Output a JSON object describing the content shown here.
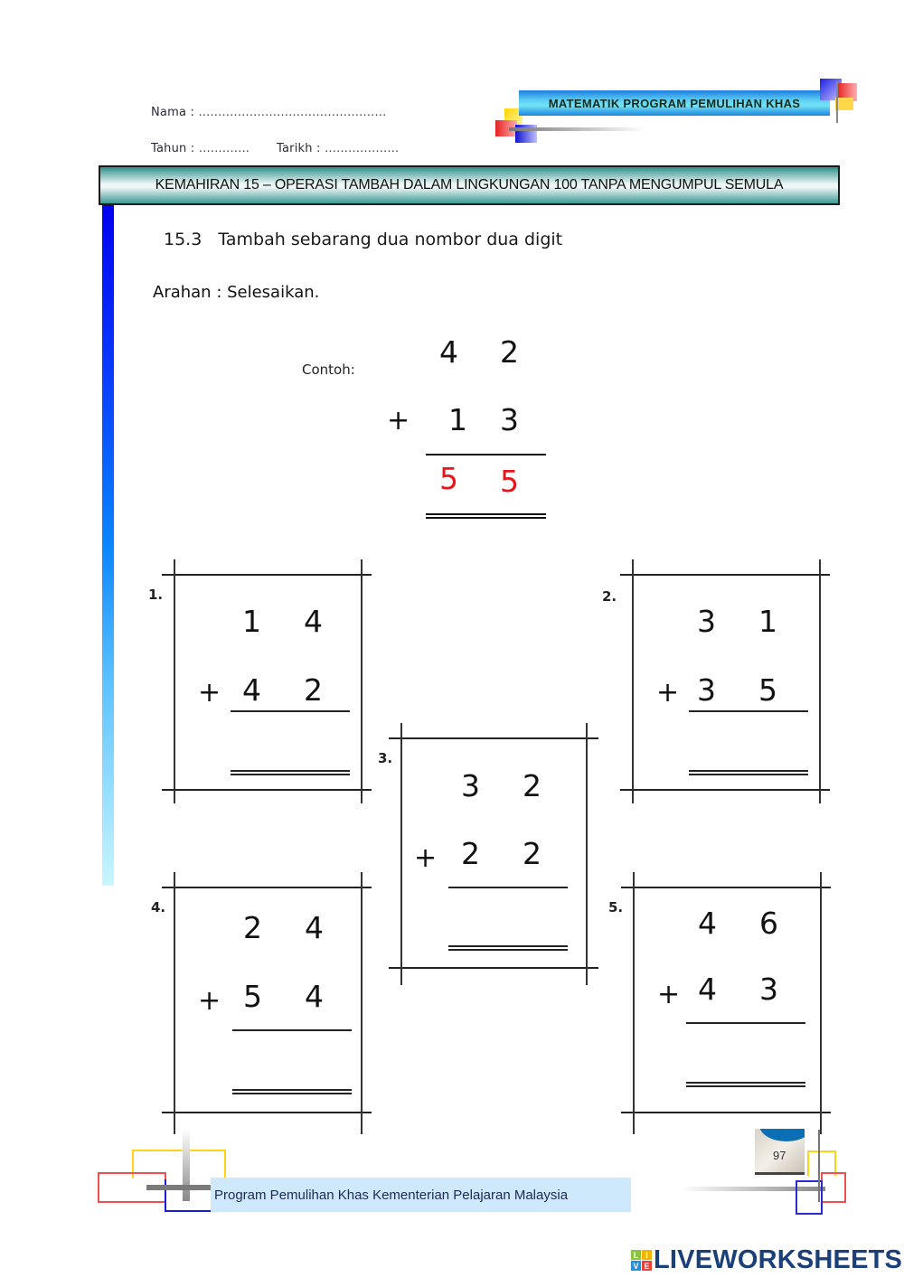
{
  "header": {
    "name_label": "Nama :",
    "name_dots": "…………………………………………",
    "year_label": "Tahun :",
    "year_dots": "………….",
    "date_label": "Tarikh :",
    "date_dots": "……………….",
    "banner": "MATEMATIK  PROGRAM PEMULIHAN  KHAS"
  },
  "skill_title": "KEMAHIRAN 15 – OPERASI TAMBAH DALAM LINGKUNGAN 100 TANPA MENGUMPUL SEMULA",
  "subtitle": "15.3   Tambah sebarang dua nombor dua digit",
  "instruction": "Arahan : Selesaikan.",
  "example": {
    "label": "Contoh:",
    "top": [
      "4",
      "2"
    ],
    "operator": "+",
    "bottom": [
      "1",
      "3"
    ],
    "answer": [
      "5",
      "5"
    ],
    "answer_color": "#e8151b"
  },
  "questions": [
    {
      "number": "1.",
      "top": [
        "1",
        "4"
      ],
      "operator": "+",
      "bottom": [
        "4",
        "2"
      ],
      "answer": ""
    },
    {
      "number": "2.",
      "top": [
        "3",
        "1"
      ],
      "operator": "+",
      "bottom": [
        "3",
        "5"
      ],
      "answer": ""
    },
    {
      "number": "3.",
      "top": [
        "3",
        "2"
      ],
      "operator": "+",
      "bottom": [
        "2",
        "2"
      ],
      "answer": ""
    },
    {
      "number": "4.",
      "top": [
        "2",
        "4"
      ],
      "operator": "+",
      "bottom": [
        "5",
        "4"
      ],
      "answer": ""
    },
    {
      "number": "5.",
      "top": [
        "4",
        "6"
      ],
      "operator": "+",
      "bottom": [
        "4",
        "3"
      ],
      "answer": ""
    }
  ],
  "footer": {
    "text": "Program  Pemulihan Khas Kementerian Pelajaran Malaysia",
    "page_number": "97"
  },
  "watermark": {
    "grid": [
      "L",
      "I",
      "V",
      "E"
    ],
    "text": "LIVEWORKSHEETS"
  }
}
